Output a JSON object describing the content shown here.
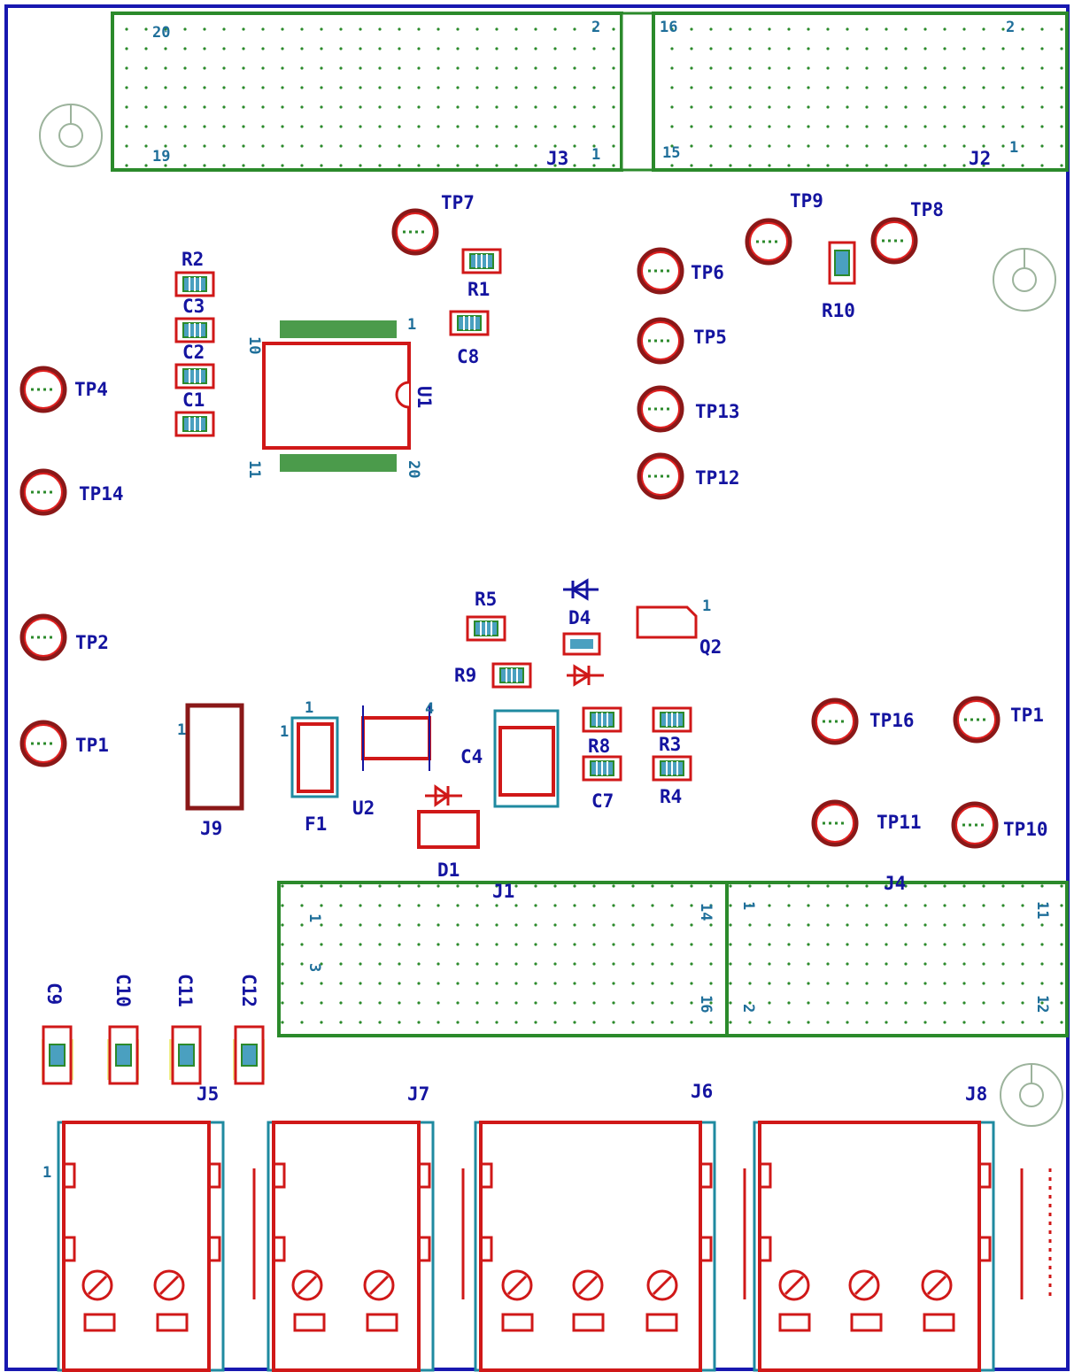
{
  "colors": {
    "board_outline": "#1818b0",
    "connector_green": "#2b8a2b",
    "pad_red": "#d01818",
    "silk_teal": "#1f8aa0",
    "label_blue": "#1414a0",
    "mount_gray": "#9cb39c",
    "keepout_yellow": "#e4e23a"
  },
  "connectors": {
    "j3": {
      "ref": "J3",
      "pin_first": "1",
      "pin_last": "19",
      "pin_2": "2",
      "pin_20": "20"
    },
    "j2": {
      "ref": "J2",
      "pin_1": "1",
      "pin_2": "2",
      "pin_15": "15",
      "pin_16": "16"
    },
    "j1": {
      "ref": "J1",
      "pin_1": "1",
      "pin_3": "3",
      "pin_14": "14",
      "pin_16": "16"
    },
    "j4": {
      "ref": "J4",
      "pin_1": "1",
      "pin_2": "2",
      "pin_11": "11",
      "pin_12": "12"
    }
  },
  "test_points": {
    "tp1": "TP1",
    "tp2": "TP2",
    "tp4": "TP4",
    "tp5": "TP5",
    "tp6": "TP6",
    "tp7": "TP7",
    "tp8": "TP8",
    "tp9": "TP9",
    "tp10": "TP10",
    "tp11": "TP11",
    "tp12": "TP12",
    "tp13": "TP13",
    "tp14": "TP14",
    "tp16": "TP16"
  },
  "resistors": {
    "r1": "R1",
    "r2": "R2",
    "r3": "R3",
    "r4": "R4",
    "r5": "R5",
    "r8": "R8",
    "r9": "R9",
    "r10": "R10"
  },
  "capacitors": {
    "c1": "C1",
    "c2": "C2",
    "c3": "C3",
    "c4": "C4",
    "c7": "C7",
    "c8": "C8",
    "c9": "C9",
    "c10": "C10",
    "c11": "C11",
    "c12": "C12"
  },
  "ic": {
    "u1": "U1",
    "pin_1": "1",
    "pin_10": "10",
    "pin_11": "11",
    "pin_20": "20"
  },
  "misc": {
    "d1": "D1",
    "d4": "D4",
    "q2": "Q2",
    "u2": "U2",
    "u2_pin1": "1",
    "u2_pin4": "4",
    "f1": "F1",
    "f1_pin": "1",
    "j9": "J9",
    "j9_pin": "1",
    "q2_pin": "1"
  },
  "terminals": {
    "j5": "J5",
    "j6": "J6",
    "j7": "J7",
    "j8": "J8",
    "pin_1": "1"
  }
}
